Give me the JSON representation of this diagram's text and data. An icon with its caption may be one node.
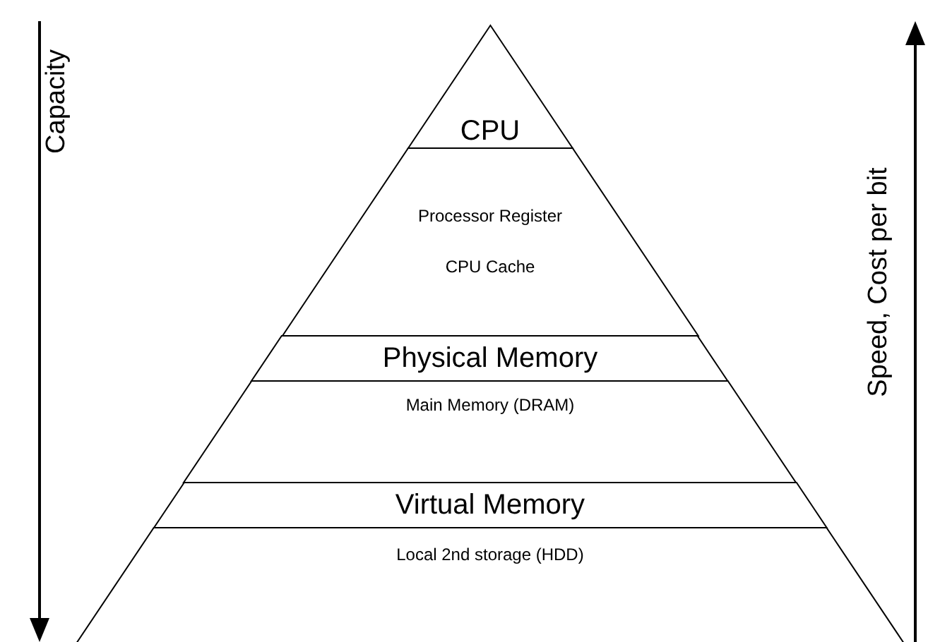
{
  "diagram": {
    "nodes": [
      {
        "text": [
          "CPU"
        ]
      },
      {
        "text": [
          "Processor Register",
          "CPU Cache"
        ]
      },
      {
        "text": [
          "Physical Memory"
        ]
      },
      {
        "text": [
          "Main Memory (DRAM)"
        ]
      },
      {
        "text": [
          "Virtual Memory"
        ]
      },
      {
        "text": [
          "Local 2nd storage (HDD)"
        ]
      }
    ],
    "edges": [],
    "labels": [
      "Capacity",
      "Speed, Cost per bit"
    ]
  }
}
